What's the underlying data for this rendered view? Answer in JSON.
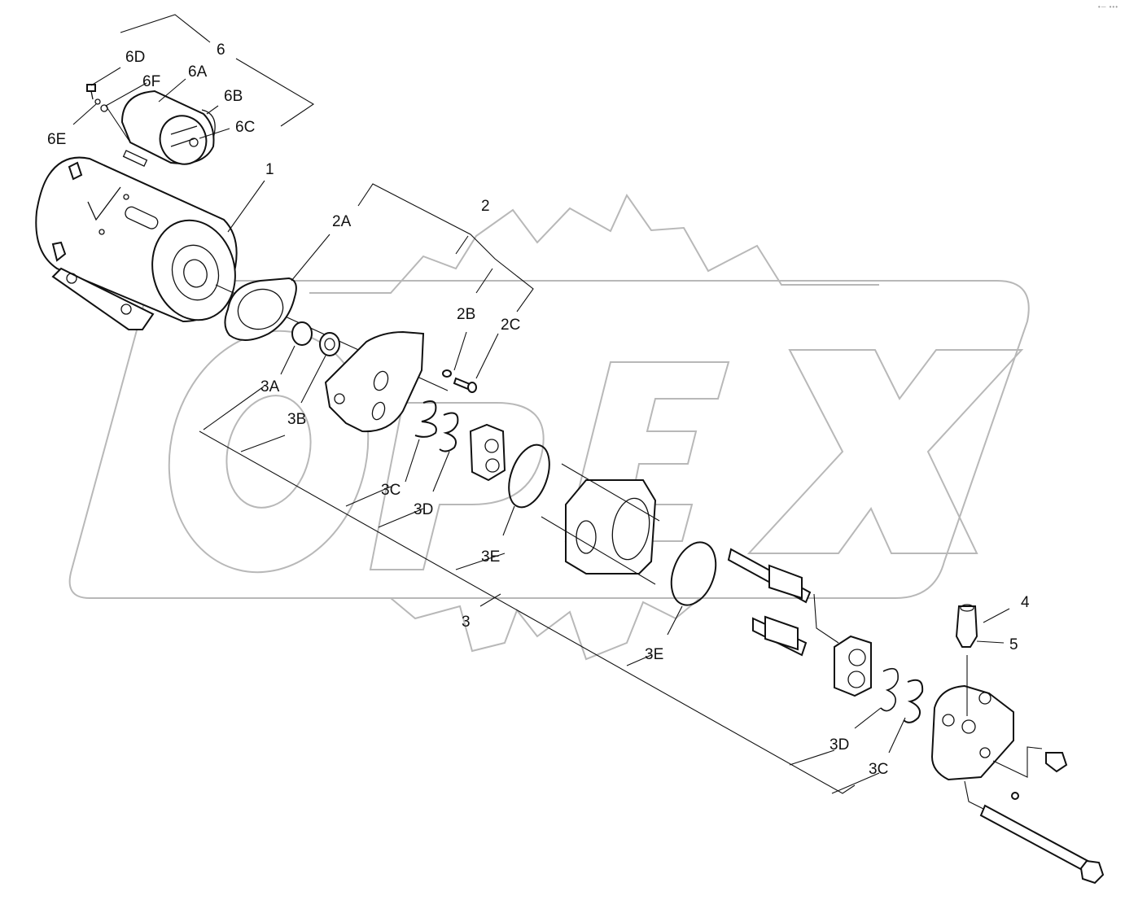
{
  "diagram": {
    "type": "exploded-parts-view",
    "subject": "DC motor driven gear pump assembly",
    "watermark": {
      "text": "OPEX",
      "color": "#b8b8b8"
    },
    "line_color": "#111111",
    "background": "#ffffff",
    "corner_mark": "•─ •••"
  },
  "callouts": {
    "c1": {
      "label": "1",
      "part": "motor"
    },
    "c2": {
      "label": "2",
      "part": "motor-mount-kit-group"
    },
    "c2A": {
      "label": "2A",
      "part": "gasket"
    },
    "c2B": {
      "label": "2B",
      "part": "lock-washer"
    },
    "c2C": {
      "label": "2C",
      "part": "bolt"
    },
    "c3": {
      "label": "3",
      "part": "pump-kit-group"
    },
    "c3A": {
      "label": "3A",
      "part": "retaining-ring"
    },
    "c3B": {
      "label": "3B",
      "part": "shaft-seal"
    },
    "c3C_top": {
      "label": "3C",
      "part": "wire-seal"
    },
    "c3D_top": {
      "label": "3D",
      "part": "back-up-ring"
    },
    "c3E_left": {
      "label": "3E",
      "part": "o-ring"
    },
    "c3E_right": {
      "label": "3E",
      "part": "o-ring"
    },
    "c3D_bottom": {
      "label": "3D",
      "part": "back-up-ring"
    },
    "c3C_bottom": {
      "label": "3C",
      "part": "wire-seal"
    },
    "c4": {
      "label": "4",
      "part": "relief-valve"
    },
    "c5": {
      "label": "5",
      "part": "o-ring"
    },
    "c6": {
      "label": "6",
      "part": "solenoid-kit-group"
    },
    "c6A": {
      "label": "6A",
      "part": "solenoid"
    },
    "c6B": {
      "label": "6B",
      "part": "boot"
    },
    "c6C": {
      "label": "6C",
      "part": "terminal-nut"
    },
    "c6D": {
      "label": "6D",
      "part": "screw"
    },
    "c6E": {
      "label": "6E",
      "part": "lock-washer"
    },
    "c6F": {
      "label": "6F",
      "part": "washer"
    }
  }
}
